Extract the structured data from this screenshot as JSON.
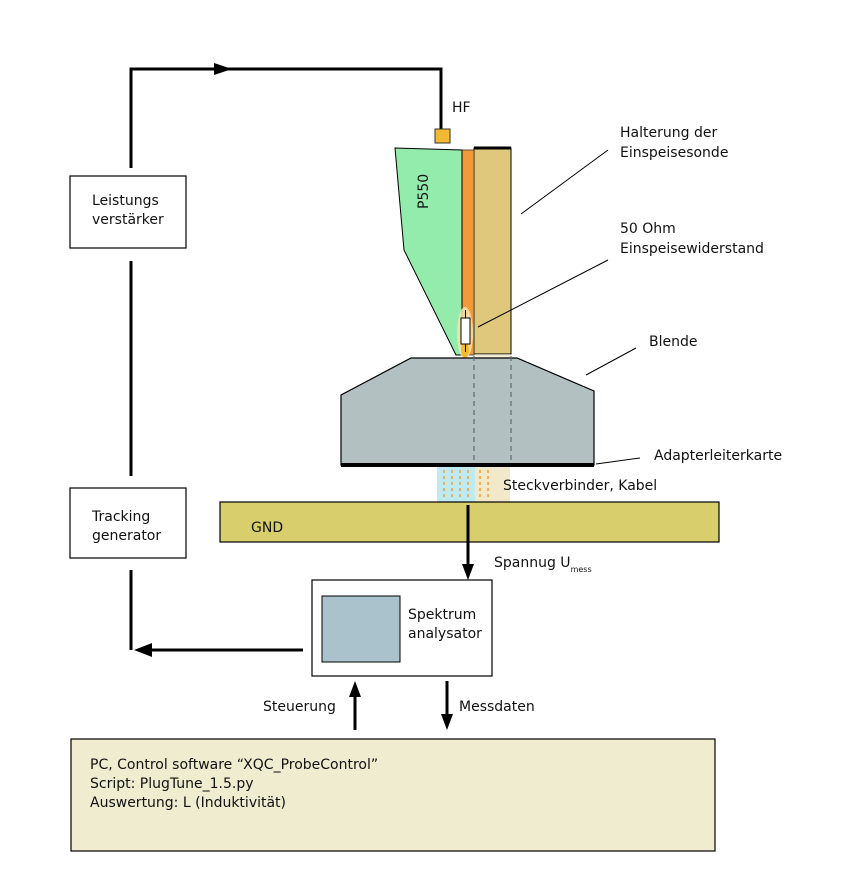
{
  "labels": {
    "hf": "HF",
    "probe": "P550",
    "holder_line1": "Halterung der",
    "holder_line2": "Einspeisesonde",
    "resistor_line1": "50 Ohm",
    "resistor_line2": "Einspeisewiderstand",
    "aperture": "Blende",
    "adapter_card": "Adapterleiterkarte",
    "connector": "Steckverbinder, Kabel",
    "gnd": "GND",
    "voltage_main": "Spannug U",
    "voltage_sub": "mess",
    "amplifier_line1": "Leistungs",
    "amplifier_line2": "verstärker",
    "tracking_line1": "Tracking",
    "tracking_line2": "generator",
    "analyzer_line1": "Spektrum",
    "analyzer_line2": "analysator",
    "control": "Steuerung",
    "measurement_data": "Messdaten"
  },
  "pc_box": {
    "line1": "PC, Control software “XQC_ProbeControl”",
    "line2": "Script: PlugTune_1.5.py",
    "line3": "Auswertung: L (Induktivität)"
  },
  "colors": {
    "probe_green": "#93ecab",
    "orange_strip": "#f29a38",
    "holder_tan": "#dfc87b",
    "hf_connector": "#f2b935",
    "aperture_gray": "#b3c0c2",
    "gnd_olive": "#d8cf6c",
    "analyzer_screen": "#a9c2cb",
    "pc_box_fill": "#efecd0",
    "connector_cyan": "#bfeaf2"
  }
}
